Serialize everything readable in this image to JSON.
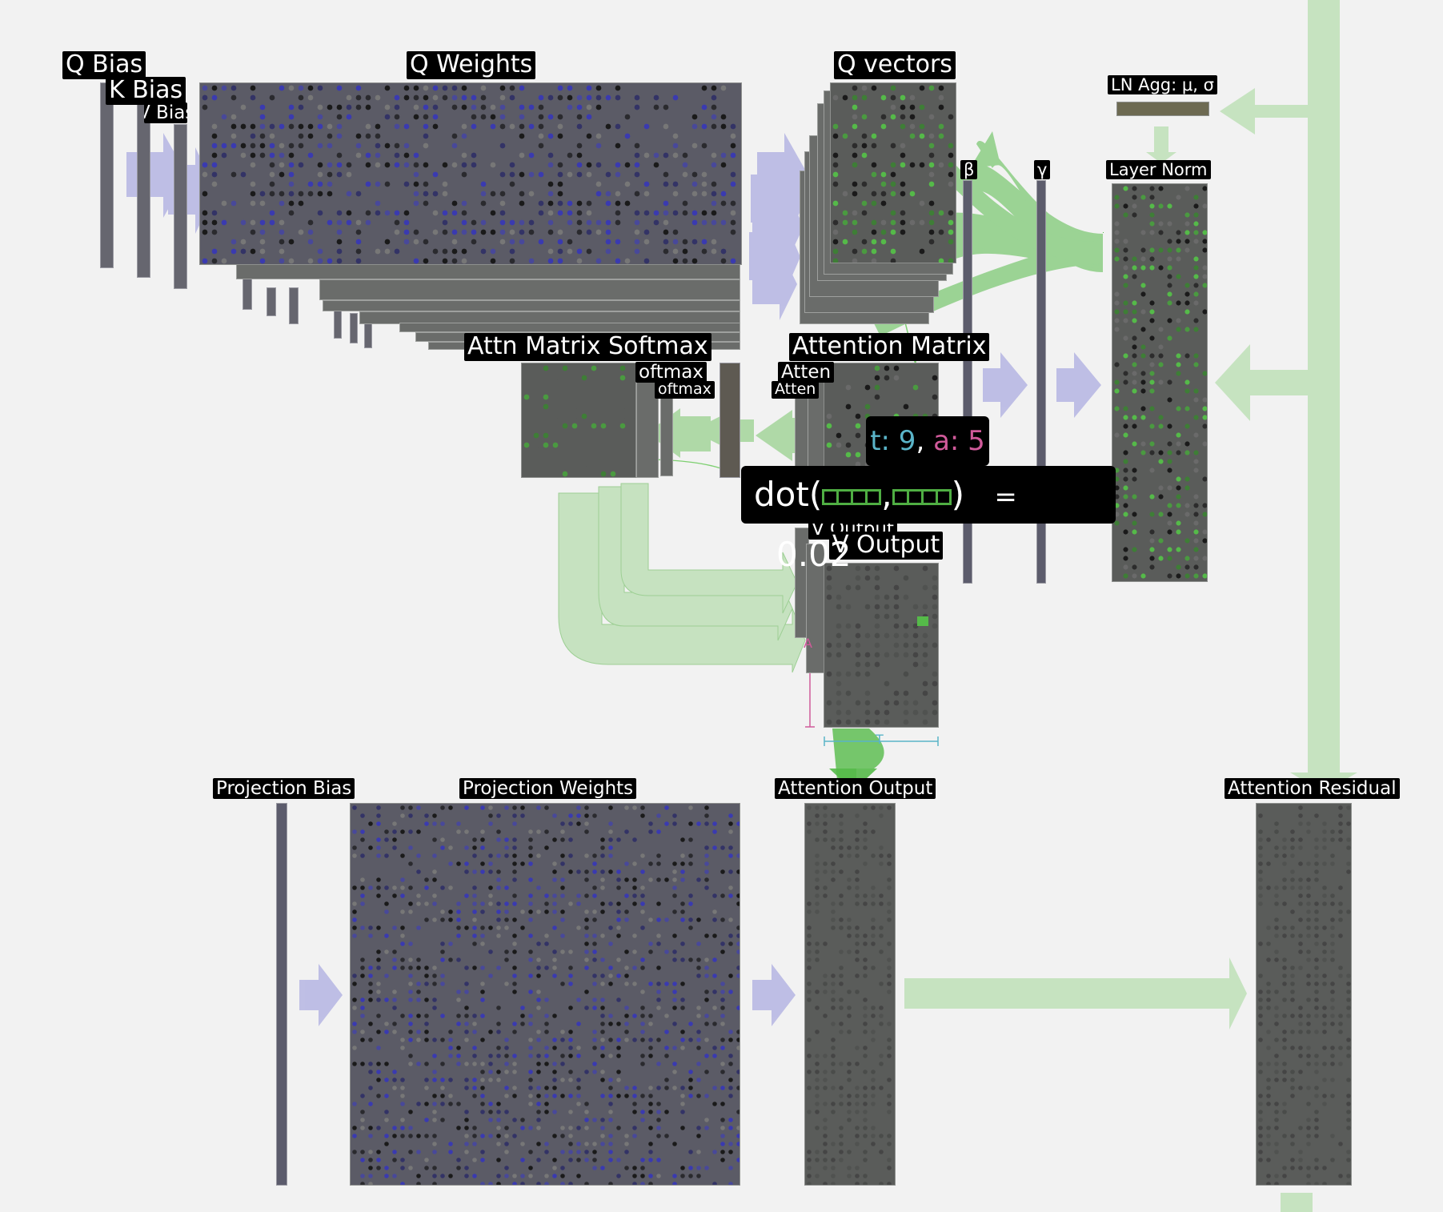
{
  "labels": {
    "q_bias": "Q Bias",
    "k_bias": "K Bias",
    "v_bias": "V Bias",
    "q_weights": "Q Weights",
    "q_vectors": "Q vectors",
    "ln_agg": "LN Agg: μ, σ",
    "beta": "β",
    "gamma": "γ",
    "layer_norm": "Layer Norm",
    "attn_softmax": "Attn Matrix Softmax",
    "attn_softmax_2": "oftmax",
    "attn_softmax_3": "oftmax",
    "attention_matrix": "Attention Matrix",
    "atten_2": "Atten",
    "atten_3": "Atten",
    "v_output": "V Output",
    "v_output_2": "V Output",
    "projection_bias": "Projection Bias",
    "projection_weights": "Projection Weights",
    "attention_output": "Attention Output",
    "attention_residual": "Attention Residual",
    "axis_a": "A",
    "axis_t": "T"
  },
  "tooltip": {
    "t_label": "t: 9",
    "sep": ", ",
    "a_label": "a: 5",
    "dot_open": "dot(",
    "comma": ",",
    "dot_close": ")",
    "equals": "=",
    "value": "0.02"
  },
  "colors": {
    "background": "#f2f2f2",
    "block": "#5a5c5a",
    "weights": "#5b5b66",
    "flow_purple": "#b6b6e3",
    "flow_green": "#53b948",
    "residual_green": "#c6e3c0",
    "t_color": "#5ab4c8",
    "a_color": "#d05a9a"
  }
}
